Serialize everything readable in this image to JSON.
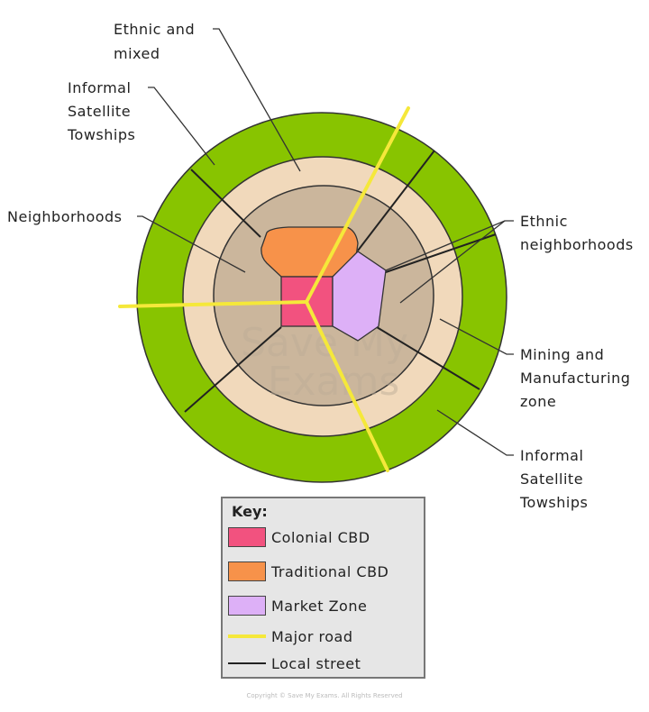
{
  "labels": {
    "ethnic_mixed": [
      "Ethnic and",
      "mixed"
    ],
    "informal_top": [
      "Informal",
      "Satellite",
      "Towships"
    ],
    "neighborhoods": "Neighborhoods",
    "ethnic_neighborhoods": [
      "Ethnic",
      "neighborhoods"
    ],
    "mining": [
      "Mining and",
      "Manufacturing",
      "zone"
    ],
    "informal_bottom": [
      "Informal",
      "Satellite",
      "Towships"
    ]
  },
  "key": {
    "title": "Key:",
    "items": [
      {
        "label": "Colonial CBD",
        "color": "#f2527f"
      },
      {
        "label": "Traditional CBD",
        "color": "#f7924a"
      },
      {
        "label": "Market Zone",
        "color": "#ddb0f7"
      },
      {
        "label": "Major road",
        "color": "#f5e83a"
      },
      {
        "label": "Local street",
        "color": "#222222"
      }
    ]
  },
  "watermark": "Save My Exams",
  "copyright": "Copyright © Save My Exams. All Rights Reserved",
  "colors": {
    "outer_ring": "#88c400",
    "middle_ring": "#f1d9bb",
    "inner_zone": "#cbb69c"
  }
}
